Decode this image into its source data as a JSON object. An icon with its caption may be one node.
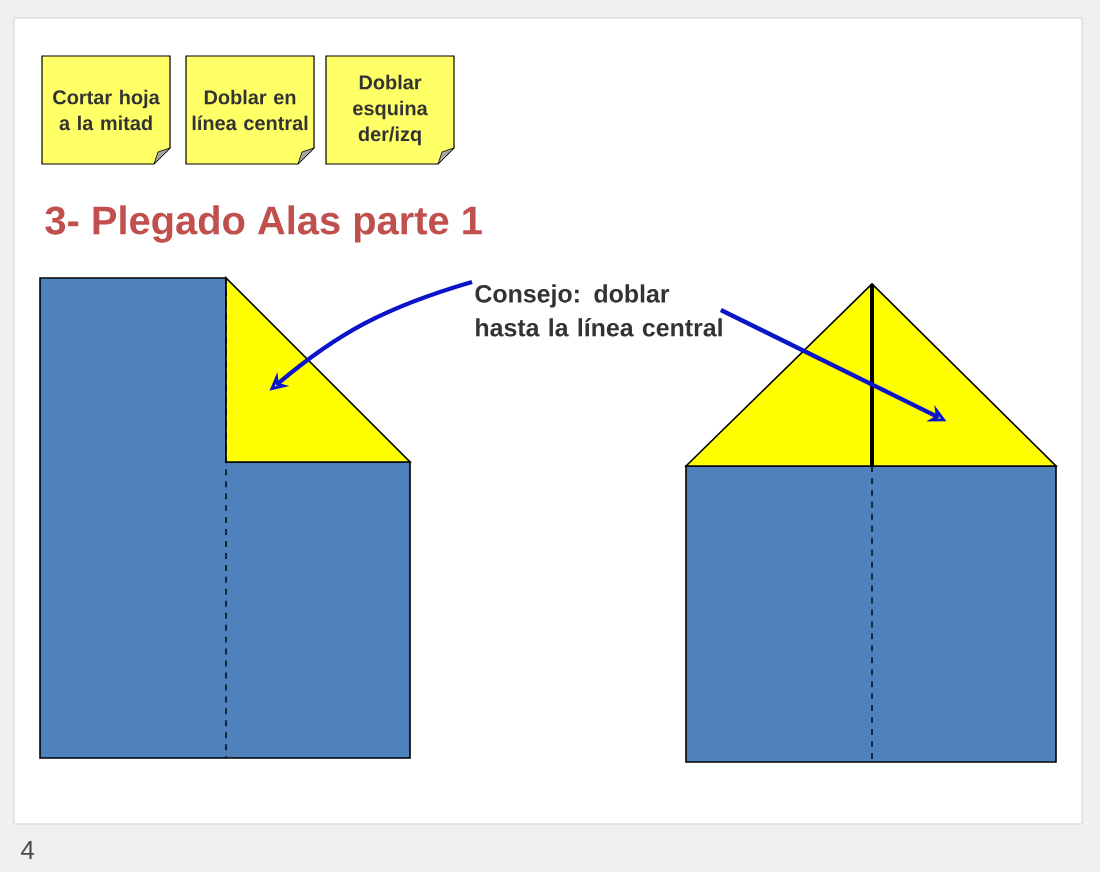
{
  "diagram": {
    "title": "3- Plegado Alas parte 1",
    "nodes": [
      {
        "text": [
          "Cortar hoja a la mitad"
        ]
      },
      {
        "text": [
          "Doblar en línea central"
        ]
      },
      {
        "text": [
          "Doblar esquina der/izq"
        ]
      },
      {
        "text": [
          "Consejo: doblar hasta la línea central"
        ]
      },
      {
        "text": [],
        "shape": "triangle"
      },
      {
        "text": [],
        "shape": "triangle"
      }
    ],
    "edges": [
      {
        "from": 3,
        "to": 4,
        "arrow": "to"
      },
      {
        "from": 3,
        "to": 5,
        "arrow": "to"
      }
    ],
    "labels": [
      "4"
    ]
  }
}
